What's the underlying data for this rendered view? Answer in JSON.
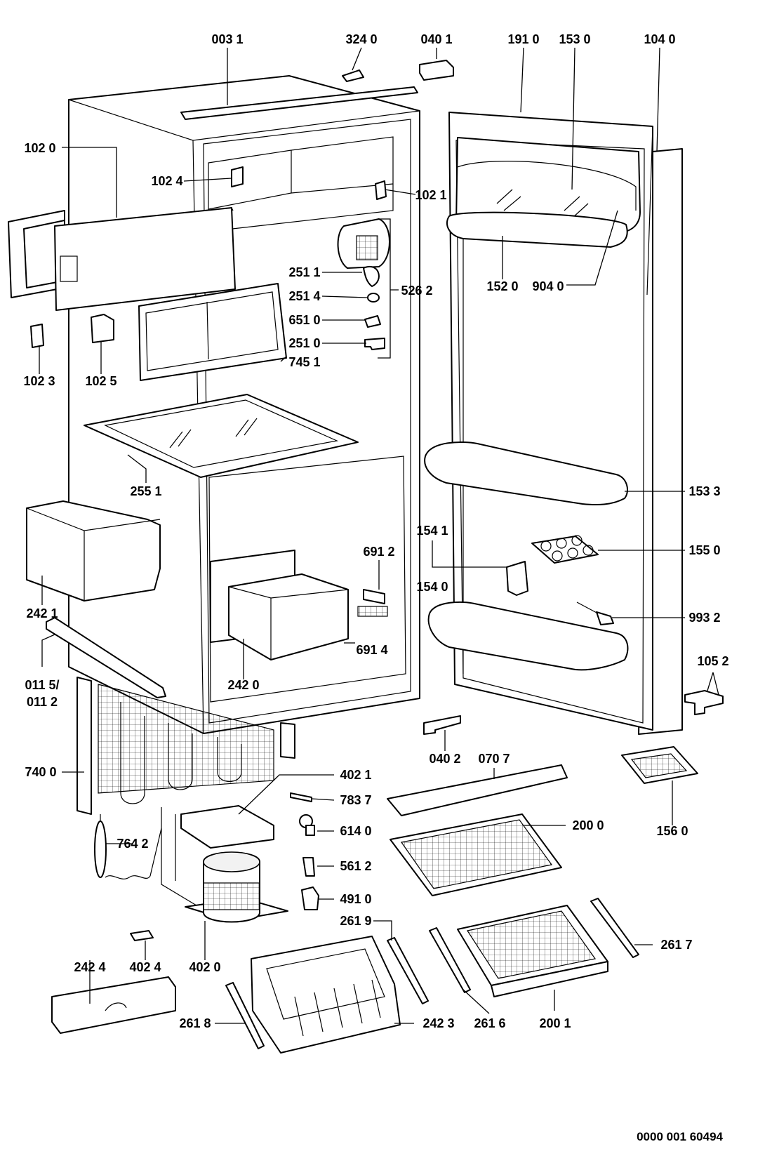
{
  "diagram": {
    "reference_number": "0000 001 60494",
    "labels": [
      "003 1",
      "324 0",
      "040 1",
      "191 0",
      "153 0",
      "104 0",
      "102 0",
      "102 4",
      "102 1",
      "251 1",
      "251 4",
      "651 0",
      "251 0",
      "526 2",
      "152 0",
      "904 0",
      "102 3",
      "102 5",
      "745 1",
      "255 1",
      "153 3",
      "154 1",
      "691 2",
      "155 0",
      "242 1",
      "154 0",
      "993 2",
      "691 4",
      "242 0",
      "011 5/",
      "011 2",
      "105 2",
      "040 2",
      "070 7",
      "740 0",
      "402 1",
      "783 7",
      "614 0",
      "764 2",
      "200 0",
      "156 0",
      "561 2",
      "491 0",
      "261 9",
      "261 7",
      "242 4",
      "402 4",
      "402 0",
      "261 8",
      "242 3",
      "261 6",
      "200 1"
    ]
  }
}
